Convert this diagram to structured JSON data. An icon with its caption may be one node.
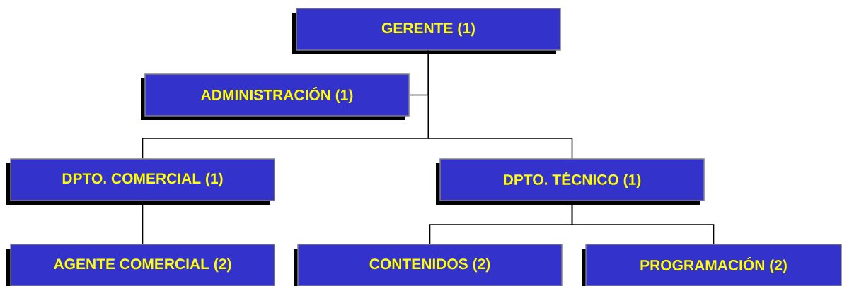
{
  "diagram": {
    "nodes": [
      {
        "text": [
          "GERENTE (1)"
        ]
      },
      {
        "text": [
          "ADMINISTRACIÓN (1)"
        ]
      },
      {
        "text": [
          "DPTO. COMERCIAL (1)"
        ]
      },
      {
        "text": [
          "DPTO. TÉCNICO (1)"
        ]
      },
      {
        "text": [
          "AGENTE COMERCIAL (2)"
        ]
      },
      {
        "text": [
          "CONTENIDOS (2)"
        ]
      },
      {
        "text": [
          "PROGRAMACIÓN (2)"
        ]
      }
    ],
    "edges": [
      {
        "from": 0,
        "to": 1,
        "arrow": "none"
      },
      {
        "from": 0,
        "to": 2,
        "arrow": "none"
      },
      {
        "from": 0,
        "to": 3,
        "arrow": "none"
      },
      {
        "from": 2,
        "to": 4,
        "arrow": "none"
      },
      {
        "from": 3,
        "to": 5,
        "arrow": "none"
      },
      {
        "from": 3,
        "to": 6,
        "arrow": "none"
      }
    ]
  }
}
